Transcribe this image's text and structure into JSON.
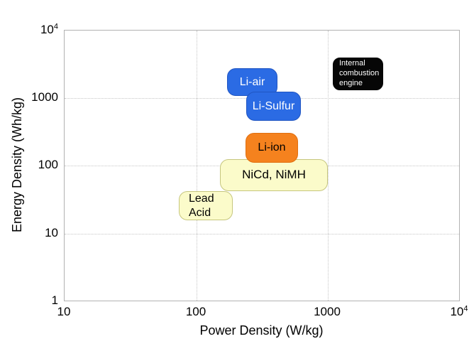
{
  "figure": {
    "background": "#ffffff",
    "frame_color": "#b2b2b2",
    "gridline_color": "#c6c6c6"
  },
  "chart_data": {
    "type": "scatter",
    "subtype": "labeled-region comparison (Ragone plot)",
    "title": "",
    "xlabel": "Power Density (W/kg)",
    "ylabel": "Energy Density (Wh/kg)",
    "x_scale": "log",
    "y_scale": "log",
    "xlim": [
      10,
      10000
    ],
    "ylim": [
      1,
      10000
    ],
    "grid": "major gridlines, dotted, light gray",
    "legend_position": "none",
    "x_ticks": [
      {
        "t": "10",
        "sup": ""
      },
      {
        "t": "100",
        "sup": ""
      },
      {
        "t": "1000",
        "sup": ""
      },
      {
        "t": "10",
        "sup": "4"
      }
    ],
    "y_ticks": [
      {
        "t": "10",
        "sup": "4"
      },
      {
        "t": "1000",
        "sup": ""
      },
      {
        "t": "100",
        "sup": ""
      },
      {
        "t": "10",
        "sup": ""
      },
      {
        "t": "1",
        "sup": ""
      }
    ],
    "regions": [
      {
        "label": "Li-air",
        "display_label": "Li-air",
        "x_range_w_per_kg": [
          170,
          410
        ],
        "y_range_wh_per_kg": [
          1100,
          2800
        ],
        "fill": "#2b6be4",
        "text_color": "#ffffff"
      },
      {
        "label": "Li-Sulfur",
        "display_label": "Li-Sulfur",
        "x_range_w_per_kg": [
          240,
          620
        ],
        "y_range_wh_per_kg": [
          460,
          1250
        ],
        "fill": "#2b6be4",
        "text_color": "#ffffff"
      },
      {
        "label": "NiCd, NiMH",
        "display_label": "NiCd, NiMH",
        "x_range_w_per_kg": [
          150,
          1000
        ],
        "y_range_wh_per_kg": [
          42,
          125
        ],
        "fill": "#fbfbca",
        "text_color": "#000000"
      },
      {
        "label": "Li-ion",
        "display_label": "Li-ion",
        "x_range_w_per_kg": [
          240,
          590
        ],
        "y_range_wh_per_kg": [
          110,
          310
        ],
        "fill": "#f5821e",
        "text_color": "#000000"
      },
      {
        "label": "Lead Acid",
        "display_label": "Lead\nAcid",
        "x_range_w_per_kg": [
          74,
          190
        ],
        "y_range_wh_per_kg": [
          16,
          42
        ],
        "fill": "#fbfbca",
        "text_color": "#000000"
      },
      {
        "label": "Internal combustion engine",
        "display_label": "Internal\ncombustion\nengine",
        "x_range_w_per_kg": [
          1090,
          2600
        ],
        "y_range_wh_per_kg": [
          1300,
          4000
        ],
        "fill": "#060606",
        "text_color": "#ffffff"
      }
    ]
  }
}
